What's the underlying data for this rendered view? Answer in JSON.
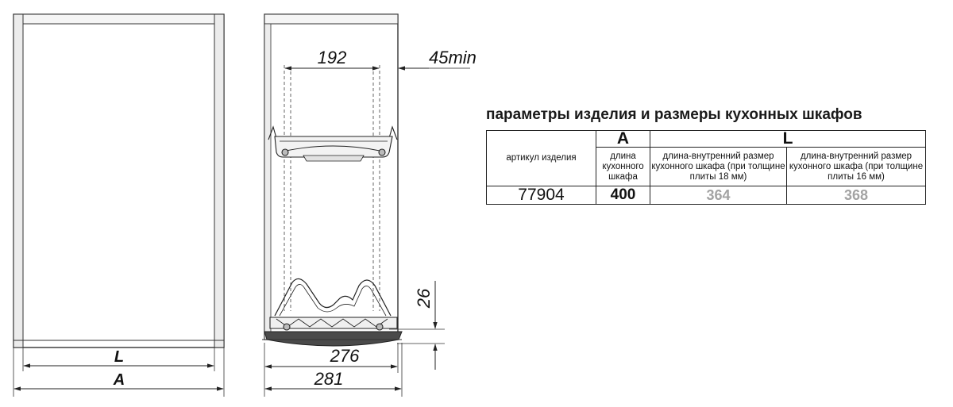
{
  "dimensions": {
    "front_inner_label": "L",
    "front_outer_label": "A",
    "spacing": "192",
    "clearance": "45min",
    "basket_height": "26",
    "base_inner_width": "276",
    "base_outer_width": "281"
  },
  "table": {
    "title": "параметры изделия и размеры кухонных шкафов",
    "header_a": "A",
    "header_l": "L",
    "col_article": "артикул изделия",
    "col_length": "длина кухонного шкафа",
    "col_l18": "длина-внутренний размер кухонного шкафа (при толщине плиты 18 мм)",
    "col_l16": "длина-внутренний размер кухонного шкафа (при толщине плиты 16 мм)",
    "rows": [
      {
        "article": "77904",
        "a": "400",
        "l18": "364",
        "l16": "368"
      }
    ]
  },
  "colors": {
    "line": "#333333",
    "panel_edge": "#e9e9e9",
    "muted_value": "#a3a3a3"
  }
}
